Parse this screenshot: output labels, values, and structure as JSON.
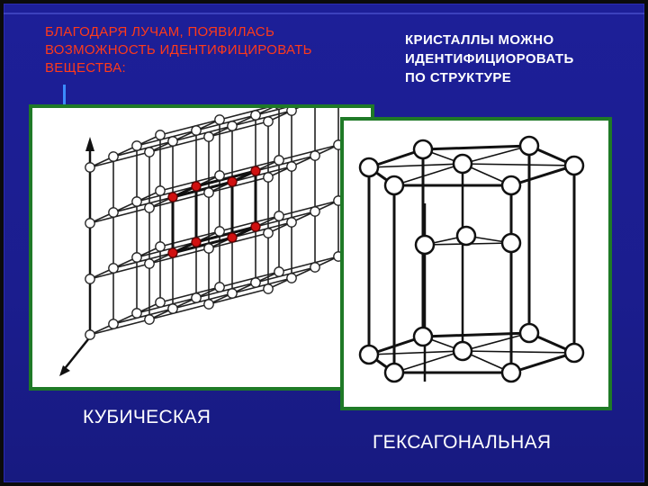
{
  "slide": {
    "heading_left": "БЛАГОДАРЯ ЛУЧАМ, ПОЯВИЛАСЬ\nВОЗМОЖНОСТЬ ИДЕНТИФИЦИРОВАТЬ\nВЕЩЕСТВА:",
    "heading_right": "КРИСТАЛЛЫ МОЖНО\nИДЕНТИФИЦИОРОВАТЬ\nПО  СТРУКТУРЕ",
    "caption_cubic": "КУБИЧЕСКАЯ",
    "caption_hex": "ГЕКСАГОНАЛЬНАЯ"
  },
  "colors": {
    "background": "#1b1d8e",
    "heading_left": "#ff3a1a",
    "heading_right": "#ffffff",
    "panel_border": "#1f7a27",
    "highlight_atom": "#d01010"
  }
}
